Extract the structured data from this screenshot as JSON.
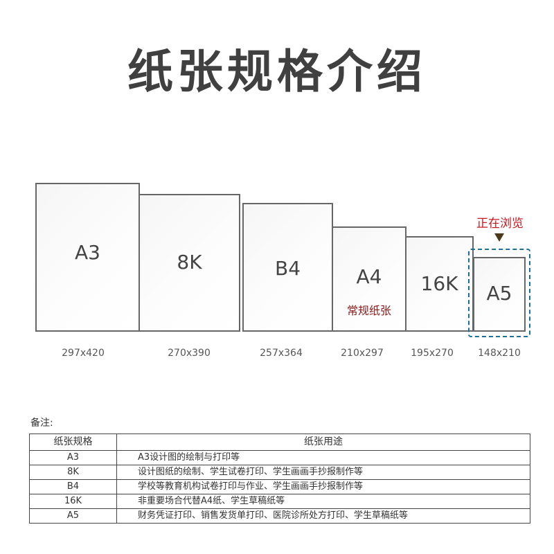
{
  "title": "纸张规格介绍",
  "papers": [
    {
      "name": "A3",
      "size": "297x420"
    },
    {
      "name": "8K",
      "size": "270x390"
    },
    {
      "name": "B4",
      "size": "257x364"
    },
    {
      "name": "A4",
      "size": "210x297",
      "note": "常规纸张"
    },
    {
      "name": "16K",
      "size": "195x270"
    },
    {
      "name": "A5",
      "size": "148x210"
    }
  ],
  "current": {
    "label": "正在浏览",
    "paper": "A5"
  },
  "colors": {
    "accent_red": "#c8161d",
    "note_red": "#8b1a1a",
    "highlight_blue": "#1f6e9a",
    "border": "#666666"
  },
  "notes": {
    "label": "备注:",
    "headers": [
      "纸张规格",
      "纸张用途"
    ],
    "rows": [
      {
        "spec": "A3",
        "use": "A3设计图的绘制与打印等"
      },
      {
        "spec": "8K",
        "use": "设计图纸的绘制、学生试卷打印、学生画画手抄报制作等"
      },
      {
        "spec": "B4",
        "use": "学校等教育机构试卷打印与作业、学生画画手抄报制作等"
      },
      {
        "spec": "16K",
        "use": "非重要场合代替A4纸、学生草稿纸等"
      },
      {
        "spec": "A5",
        "use": "财务凭证打印、销售发货单打印、医院诊所处方打印、学生草稿纸等"
      }
    ]
  }
}
